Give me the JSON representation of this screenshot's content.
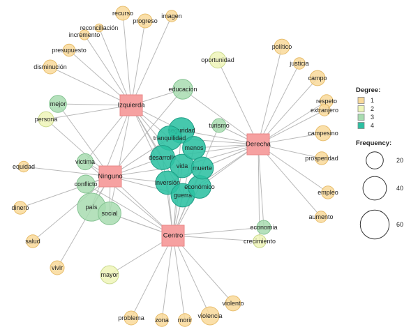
{
  "colors": {
    "degree_1": "#f9d99a",
    "degree_2": "#eef5b8",
    "degree_3": "#a8dcb0",
    "degree_4": "#2cc0a2",
    "hub": "#f6a1a1",
    "edge": "#b9b9b9"
  },
  "legend": {
    "degree_title": "Degree:",
    "degree_items": [
      {
        "label": "1",
        "color_key": "degree_1"
      },
      {
        "label": "2",
        "color_key": "degree_2"
      },
      {
        "label": "3",
        "color_key": "degree_3"
      },
      {
        "label": "4",
        "color_key": "degree_4"
      }
    ],
    "frequency_title": "Frequency:",
    "frequency_items": [
      {
        "label": "20",
        "value": 20
      },
      {
        "label": "40",
        "value": 40
      },
      {
        "label": "60",
        "value": 60
      }
    ]
  },
  "hubs": [
    {
      "id": "izquierda",
      "label": "Izquierda"
    },
    {
      "id": "derecha",
      "label": "Derecha"
    },
    {
      "id": "ninguno",
      "label": "Ninguno"
    },
    {
      "id": "centro",
      "label": "Centro"
    }
  ],
  "words": [
    {
      "label": "recurso",
      "degree": 1,
      "freq": 12
    },
    {
      "label": "reconciliación",
      "degree": 1,
      "freq": 4
    },
    {
      "label": "progreso",
      "degree": 1,
      "freq": 12
    },
    {
      "label": "imagen",
      "degree": 1,
      "freq": 8
    },
    {
      "label": "incremento",
      "degree": 1,
      "freq": 6
    },
    {
      "label": "presupuesto",
      "degree": 1,
      "freq": 9
    },
    {
      "label": "disminución",
      "degree": 1,
      "freq": 12
    },
    {
      "label": "mejor",
      "degree": 3,
      "freq": 18
    },
    {
      "label": "persona",
      "degree": 2,
      "freq": 14
    },
    {
      "label": "oportunidad",
      "degree": 2,
      "freq": 16
    },
    {
      "label": "educacion",
      "degree": 3,
      "freq": 24
    },
    {
      "label": "turismo",
      "degree": 3,
      "freq": 12
    },
    {
      "label": "seguridad",
      "degree": 4,
      "freq": 40
    },
    {
      "label": "tranquilidad",
      "degree": 4,
      "freq": 36
    },
    {
      "label": "menos",
      "degree": 4,
      "freq": 32
    },
    {
      "label": "desarrollo",
      "degree": 4,
      "freq": 36
    },
    {
      "label": "vida",
      "degree": 4,
      "freq": 34
    },
    {
      "label": "muerte",
      "degree": 4,
      "freq": 30
    },
    {
      "label": "inversión",
      "degree": 4,
      "freq": 34
    },
    {
      "label": "económico",
      "degree": 4,
      "freq": 32
    },
    {
      "label": "guerra",
      "degree": 4,
      "freq": 34
    },
    {
      "label": "victima",
      "degree": 3,
      "freq": 16
    },
    {
      "label": "conflicto",
      "degree": 3,
      "freq": 20
    },
    {
      "label": "país",
      "degree": 3,
      "freq": 48
    },
    {
      "label": "social",
      "degree": 3,
      "freq": 32
    },
    {
      "label": "equidad",
      "degree": 1,
      "freq": 7
    },
    {
      "label": "dinero",
      "degree": 1,
      "freq": 10
    },
    {
      "label": "salud",
      "degree": 1,
      "freq": 10
    },
    {
      "label": "vivir",
      "degree": 1,
      "freq": 12
    },
    {
      "label": "mayor",
      "degree": 2,
      "freq": 20
    },
    {
      "label": "político",
      "degree": 1,
      "freq": 14
    },
    {
      "label": "justicia",
      "degree": 1,
      "freq": 8
    },
    {
      "label": "campo",
      "degree": 1,
      "freq": 14
    },
    {
      "label": "respeto",
      "degree": 1,
      "freq": 10
    },
    {
      "label": "extranjero",
      "degree": 1,
      "freq": 8
    },
    {
      "label": "campesino",
      "degree": 1,
      "freq": 14
    },
    {
      "label": "prosperidad",
      "degree": 1,
      "freq": 10
    },
    {
      "label": "empleo",
      "degree": 1,
      "freq": 10
    },
    {
      "label": "aumento",
      "degree": 1,
      "freq": 8
    },
    {
      "label": "economia",
      "degree": 3,
      "freq": 12
    },
    {
      "label": "crecimiento",
      "degree": 2,
      "freq": 10
    },
    {
      "label": "problema",
      "degree": 1,
      "freq": 12
    },
    {
      "label": "zona",
      "degree": 1,
      "freq": 10
    },
    {
      "label": "morir",
      "degree": 1,
      "freq": 10
    },
    {
      "label": "violencia",
      "degree": 1,
      "freq": 20
    },
    {
      "label": "violento",
      "degree": 1,
      "freq": 14
    }
  ],
  "edges": [
    [
      "izquierda",
      "recurso"
    ],
    [
      "izquierda",
      "reconciliación"
    ],
    [
      "izquierda",
      "progreso"
    ],
    [
      "izquierda",
      "imagen"
    ],
    [
      "izquierda",
      "incremento"
    ],
    [
      "izquierda",
      "presupuesto"
    ],
    [
      "izquierda",
      "disminución"
    ],
    [
      "izquierda",
      "mejor"
    ],
    [
      "izquierda",
      "persona"
    ],
    [
      "izquierda",
      "educacion"
    ],
    [
      "izquierda",
      "seguridad"
    ],
    [
      "izquierda",
      "tranquilidad"
    ],
    [
      "izquierda",
      "desarrollo"
    ],
    [
      "izquierda",
      "inversión"
    ],
    [
      "izquierda",
      "victima"
    ],
    [
      "izquierda",
      "país"
    ],
    [
      "izquierda",
      "social"
    ],
    [
      "izquierda",
      "guerra"
    ],
    [
      "izquierda",
      "vida"
    ],
    [
      "derecha",
      "oportunidad"
    ],
    [
      "derecha",
      "político"
    ],
    [
      "derecha",
      "justicia"
    ],
    [
      "derecha",
      "campo"
    ],
    [
      "derecha",
      "respeto"
    ],
    [
      "derecha",
      "extranjero"
    ],
    [
      "derecha",
      "campesino"
    ],
    [
      "derecha",
      "prosperidad"
    ],
    [
      "derecha",
      "empleo"
    ],
    [
      "derecha",
      "aumento"
    ],
    [
      "derecha",
      "economia"
    ],
    [
      "derecha",
      "crecimiento"
    ],
    [
      "derecha",
      "turismo"
    ],
    [
      "derecha",
      "educacion"
    ],
    [
      "derecha",
      "seguridad"
    ],
    [
      "derecha",
      "menos"
    ],
    [
      "derecha",
      "muerte"
    ],
    [
      "derecha",
      "económico"
    ],
    [
      "derecha",
      "guerra"
    ],
    [
      "derecha",
      "desarrollo"
    ],
    [
      "derecha",
      "vida"
    ],
    [
      "derecha",
      "tranquilidad"
    ],
    [
      "derecha",
      "inversión"
    ],
    [
      "ninguno",
      "mejor"
    ],
    [
      "ninguno",
      "persona"
    ],
    [
      "ninguno",
      "equidad"
    ],
    [
      "ninguno",
      "dinero"
    ],
    [
      "ninguno",
      "salud"
    ],
    [
      "ninguno",
      "vivir"
    ],
    [
      "ninguno",
      "victima"
    ],
    [
      "ninguno",
      "conflicto"
    ],
    [
      "ninguno",
      "país"
    ],
    [
      "ninguno",
      "social"
    ],
    [
      "ninguno",
      "desarrollo"
    ],
    [
      "ninguno",
      "inversión"
    ],
    [
      "ninguno",
      "guerra"
    ],
    [
      "ninguno",
      "seguridad"
    ],
    [
      "ninguno",
      "tranquilidad"
    ],
    [
      "ninguno",
      "educacion"
    ],
    [
      "ninguno",
      "vida"
    ],
    [
      "ninguno",
      "centro"
    ],
    [
      "centro",
      "mayor"
    ],
    [
      "centro",
      "problema"
    ],
    [
      "centro",
      "zona"
    ],
    [
      "centro",
      "morir"
    ],
    [
      "centro",
      "violencia"
    ],
    [
      "centro",
      "violento"
    ],
    [
      "centro",
      "economia"
    ],
    [
      "centro",
      "crecimiento"
    ],
    [
      "centro",
      "conflicto"
    ],
    [
      "centro",
      "país"
    ],
    [
      "centro",
      "social"
    ],
    [
      "centro",
      "inversión"
    ],
    [
      "centro",
      "guerra"
    ],
    [
      "centro",
      "económico"
    ],
    [
      "centro",
      "turismo"
    ],
    [
      "centro",
      "desarrollo"
    ],
    [
      "centro",
      "vida"
    ],
    [
      "centro",
      "muerte"
    ],
    [
      "centro",
      "menos"
    ],
    [
      "centro",
      "seguridad"
    ],
    [
      "centro",
      "victima"
    ]
  ]
}
